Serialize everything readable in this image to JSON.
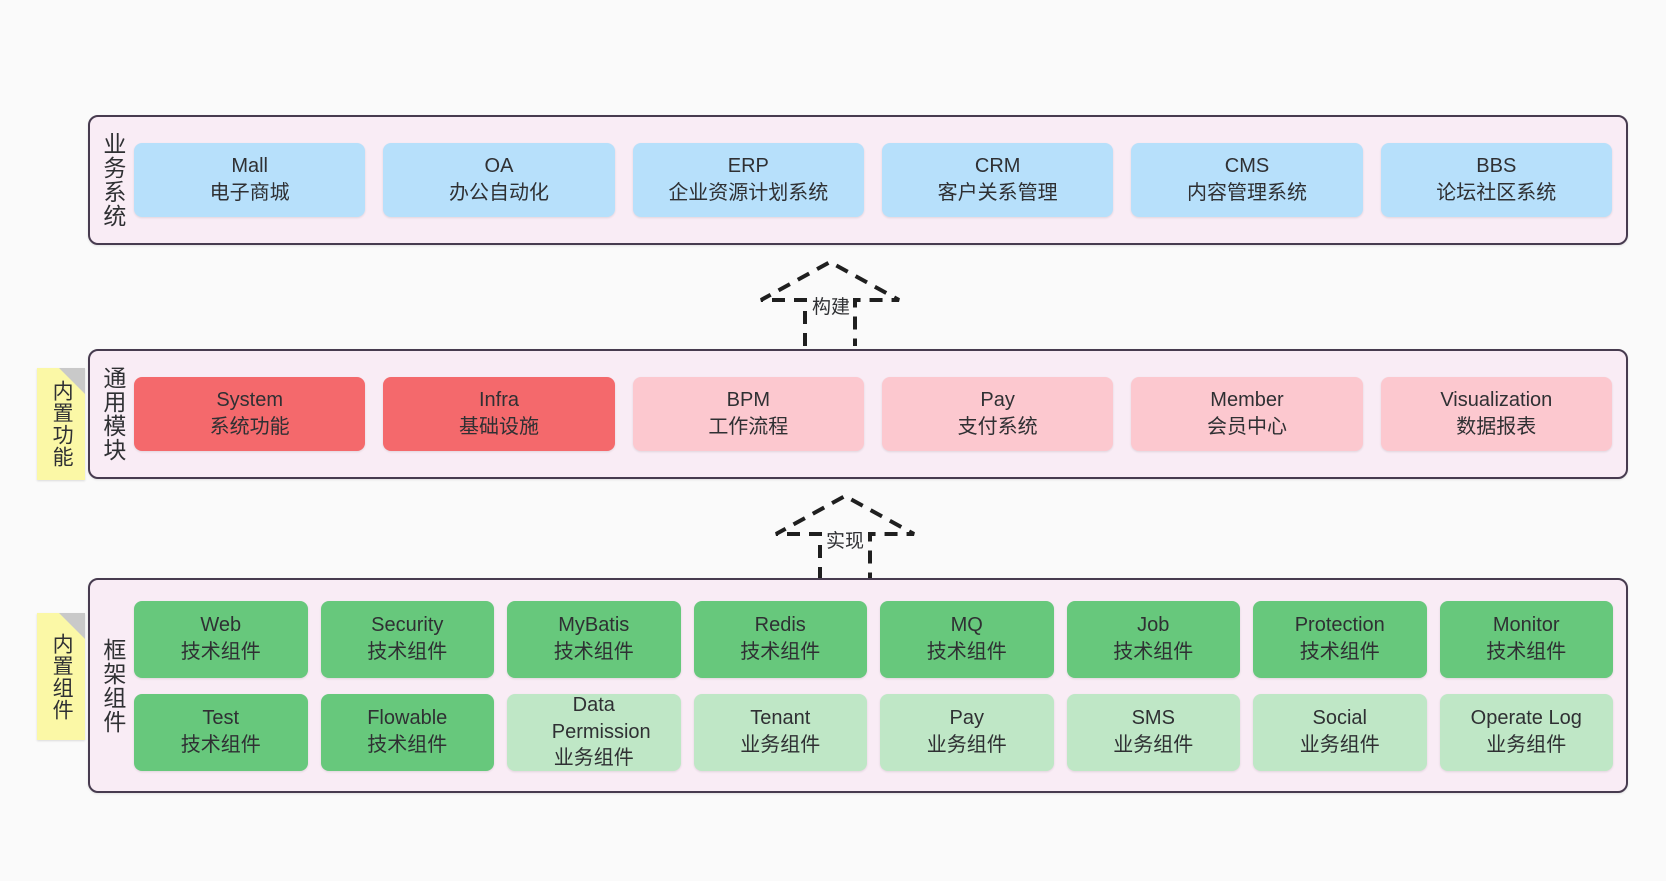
{
  "diagram": {
    "background_color": "#fafafa",
    "layer_fill": "#f9ecf5",
    "layer_border": "#473b4f",
    "sticky_color": "#fbf8a6",
    "colors": {
      "business": "#b7e0fb",
      "module_core": "#f4696c",
      "module_optional": "#fcc8cf",
      "tech_component": "#67c87c",
      "business_component": "#bfe7c6"
    }
  },
  "layers": [
    {
      "id": "business-system",
      "title": "业务系统",
      "rows": [
        [
          {
            "name": "Mall",
            "desc": "电子商城",
            "color": "business"
          },
          {
            "name": "OA",
            "desc": "办公自动化",
            "color": "business"
          },
          {
            "name": "ERP",
            "desc": "企业资源计划系统",
            "color": "business"
          },
          {
            "name": "CRM",
            "desc": "客户关系管理",
            "color": "business"
          },
          {
            "name": "CMS",
            "desc": "内容管理系统",
            "color": "business"
          },
          {
            "name": "BBS",
            "desc": "论坛社区系统",
            "color": "business"
          }
        ]
      ]
    },
    {
      "id": "common-module",
      "title": "通用模块",
      "sticky": "内置功能",
      "rows": [
        [
          {
            "name": "System",
            "desc": "系统功能",
            "color": "module_core"
          },
          {
            "name": "Infra",
            "desc": "基础设施",
            "color": "module_core"
          },
          {
            "name": "BPM",
            "desc": "工作流程",
            "color": "module_optional"
          },
          {
            "name": "Pay",
            "desc": "支付系统",
            "color": "module_optional"
          },
          {
            "name": "Member",
            "desc": "会员中心",
            "color": "module_optional"
          },
          {
            "name": "Visualization",
            "desc": "数据报表",
            "color": "module_optional"
          }
        ]
      ]
    },
    {
      "id": "framework-component",
      "title": "框架组件",
      "sticky": "内置组件",
      "rows": [
        [
          {
            "name": "Web",
            "desc": "技术组件",
            "color": "tech_component"
          },
          {
            "name": "Security",
            "desc": "技术组件",
            "color": "tech_component"
          },
          {
            "name": "MyBatis",
            "desc": "技术组件",
            "color": "tech_component"
          },
          {
            "name": "Redis",
            "desc": "技术组件",
            "color": "tech_component"
          },
          {
            "name": "MQ",
            "desc": "技术组件",
            "color": "tech_component"
          },
          {
            "name": "Job",
            "desc": "技术组件",
            "color": "tech_component"
          },
          {
            "name": "Protection",
            "desc": "技术组件",
            "color": "tech_component"
          },
          {
            "name": "Monitor",
            "desc": "技术组件",
            "color": "tech_component"
          }
        ],
        [
          {
            "name": "Test",
            "desc": "技术组件",
            "color": "tech_component"
          },
          {
            "name": "Flowable",
            "desc": "技术组件",
            "color": "tech_component"
          },
          {
            "name": "Data Permission",
            "desc": "业务组件",
            "color": "business_component"
          },
          {
            "name": "Tenant",
            "desc": "业务组件",
            "color": "business_component"
          },
          {
            "name": "Pay",
            "desc": "业务组件",
            "color": "business_component"
          },
          {
            "name": "SMS",
            "desc": "业务组件",
            "color": "business_component"
          },
          {
            "name": "Social",
            "desc": "业务组件",
            "color": "business_component"
          },
          {
            "name": "Operate Log",
            "desc": "业务组件",
            "color": "business_component"
          }
        ]
      ]
    }
  ],
  "connectors": [
    {
      "id": "build",
      "label": "构建"
    },
    {
      "id": "implement",
      "label": "实现"
    }
  ]
}
